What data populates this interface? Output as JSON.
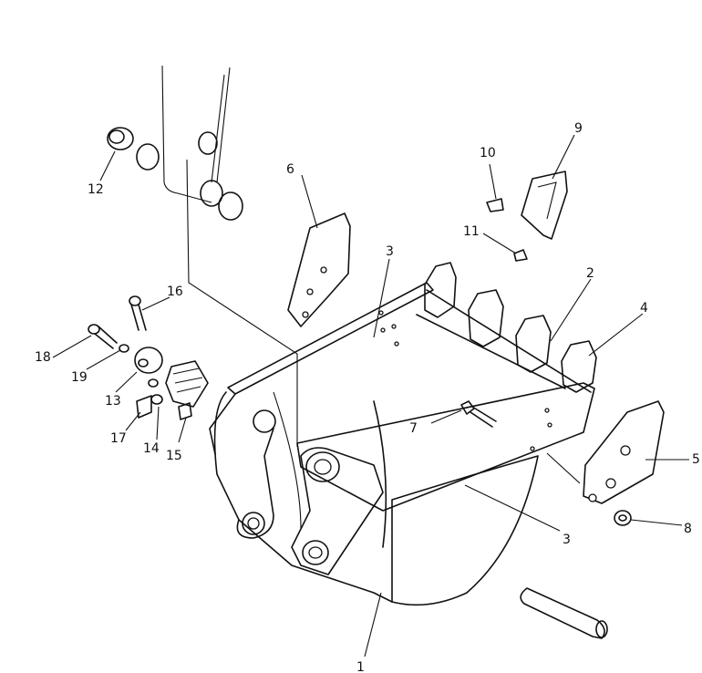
{
  "callouts": {
    "c1": "1",
    "c2": "2",
    "c3a": "3",
    "c3b": "3",
    "c4": "4",
    "c5": "5",
    "c6": "6",
    "c7": "7",
    "c8": "8",
    "c9": "9",
    "c10": "10",
    "c11": "11",
    "c12": "12",
    "c13": "13",
    "c14": "14",
    "c15": "15",
    "c16": "16",
    "c17": "17",
    "c18": "18",
    "c19": "19"
  }
}
